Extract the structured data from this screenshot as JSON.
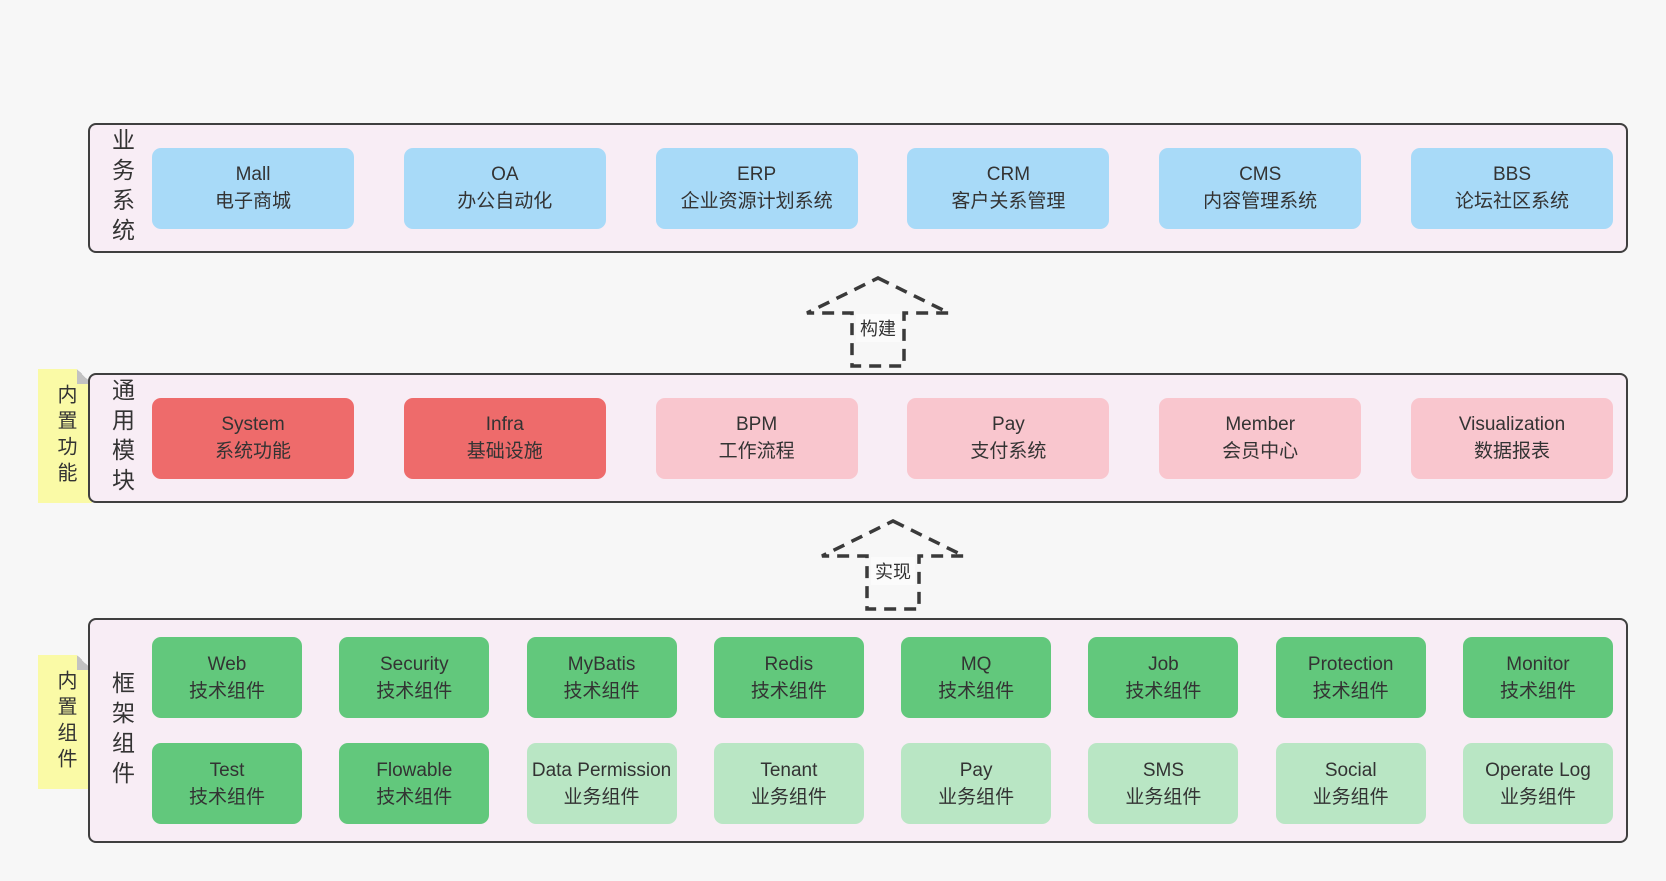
{
  "colors": {
    "page_bg": "#f7f7f7",
    "layer_bg": "#f8edf5",
    "layer_border": "#3f3f3f",
    "blue_box": "#a8daf8",
    "red_box": "#ee6b6b",
    "pink_box": "#f9c6ce",
    "green_box": "#62c87c",
    "light_green_box": "#b9e6c4",
    "note_yellow": "#fafaa6",
    "text": "#333333"
  },
  "arrows": [
    {
      "label": "构建"
    },
    {
      "label": "实现"
    }
  ],
  "layers": [
    {
      "label": "业务系统",
      "boxes": [
        {
          "en": "Mall",
          "cn": "电子商城"
        },
        {
          "en": "OA",
          "cn": "办公自动化"
        },
        {
          "en": "ERP",
          "cn": "企业资源计划系统"
        },
        {
          "en": "CRM",
          "cn": "客户关系管理"
        },
        {
          "en": "CMS",
          "cn": "内容管理系统"
        },
        {
          "en": "BBS",
          "cn": "论坛社区系统"
        }
      ]
    },
    {
      "label": "通用模块",
      "note": "内置功能",
      "boxes": [
        {
          "en": "System",
          "cn": "系统功能"
        },
        {
          "en": "Infra",
          "cn": "基础设施"
        },
        {
          "en": "BPM",
          "cn": "工作流程"
        },
        {
          "en": "Pay",
          "cn": "支付系统"
        },
        {
          "en": "Member",
          "cn": "会员中心"
        },
        {
          "en": "Visualization",
          "cn": "数据报表"
        }
      ]
    },
    {
      "label": "框架组件",
      "note": "内置组件",
      "rows": [
        [
          {
            "en": "Web",
            "cn": "技术组件"
          },
          {
            "en": "Security",
            "cn": "技术组件"
          },
          {
            "en": "MyBatis",
            "cn": "技术组件"
          },
          {
            "en": "Redis",
            "cn": "技术组件"
          },
          {
            "en": "MQ",
            "cn": "技术组件"
          },
          {
            "en": "Job",
            "cn": "技术组件"
          },
          {
            "en": "Protection",
            "cn": "技术组件"
          },
          {
            "en": "Monitor",
            "cn": "技术组件"
          }
        ],
        [
          {
            "en": "Test",
            "cn": "技术组件"
          },
          {
            "en": "Flowable",
            "cn": "技术组件"
          },
          {
            "en": "Data Permission",
            "cn": "业务组件"
          },
          {
            "en": "Tenant",
            "cn": "业务组件"
          },
          {
            "en": "Pay",
            "cn": "业务组件"
          },
          {
            "en": "SMS",
            "cn": "业务组件"
          },
          {
            "en": "Social",
            "cn": "业务组件"
          },
          {
            "en": "Operate Log",
            "cn": "业务组件"
          }
        ]
      ]
    }
  ]
}
